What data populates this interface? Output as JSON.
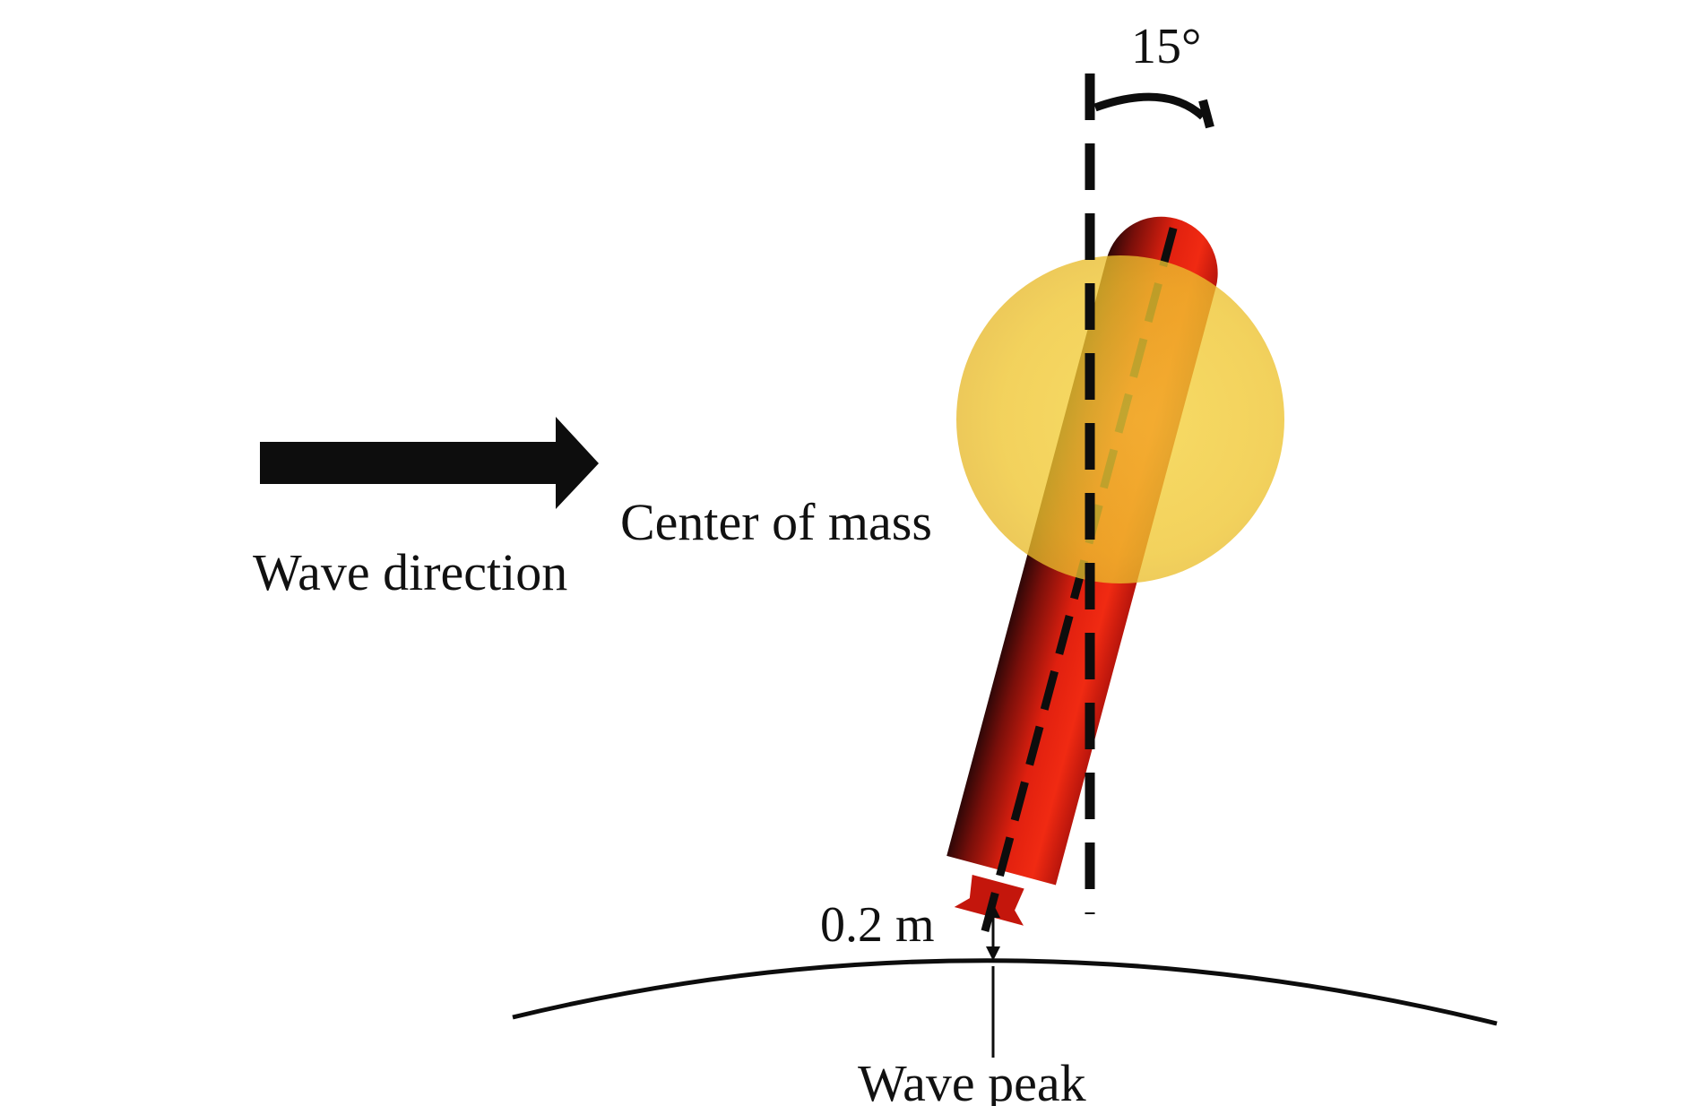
{
  "labels": {
    "angle": "15°",
    "center_of_mass": "Center of mass",
    "wave_direction": "Wave direction",
    "clearance": "0.2 m",
    "wave_peak": "Wave peak"
  },
  "colors": {
    "body": "#d91a0c",
    "body_dark": "#3a0a0a",
    "body_highlight": "#ff3a18",
    "mass_sphere": "#f2c930",
    "ink": "#0d0d0d"
  }
}
